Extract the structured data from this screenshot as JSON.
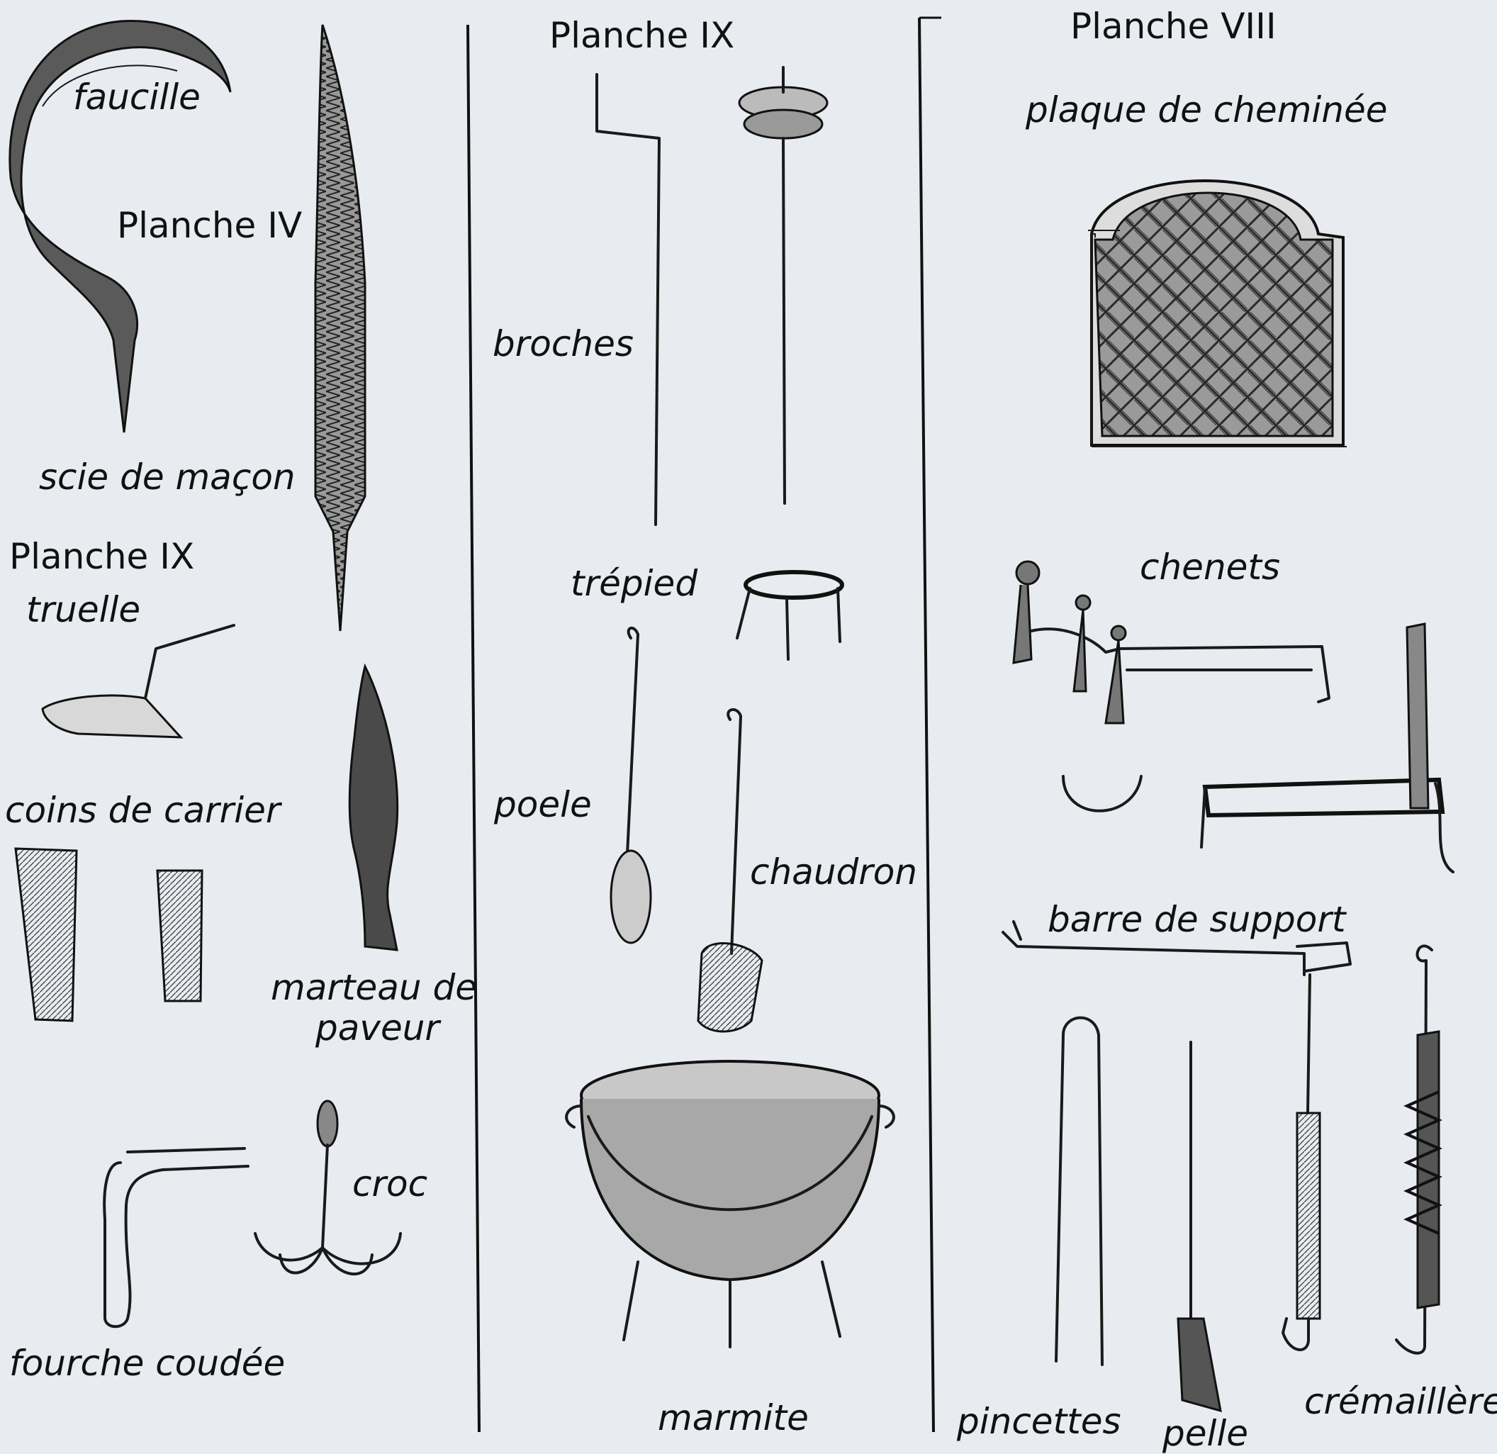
{
  "plates": {
    "left_top": "Planche IV",
    "left_mid": "Planche IX",
    "middle": "Planche IX",
    "right": "Planche VIII"
  },
  "items": {
    "faucille": "faucille",
    "scie": "scie de maçon",
    "truelle": "truelle",
    "coins": "coins de carrier",
    "marteau_1": "marteau de",
    "marteau_2": "paveur",
    "fourche": "fourche coudée",
    "croc": "croc",
    "broches": "broches",
    "trepied": "trépied",
    "poele": "poele",
    "chaudron": "chaudron",
    "marmite": "marmite",
    "plaque": "plaque de cheminée",
    "chenets": "chenets",
    "barre": "barre de support",
    "pincettes": "pincettes",
    "pelle": "pelle",
    "cremaillere": "crémaillère"
  }
}
